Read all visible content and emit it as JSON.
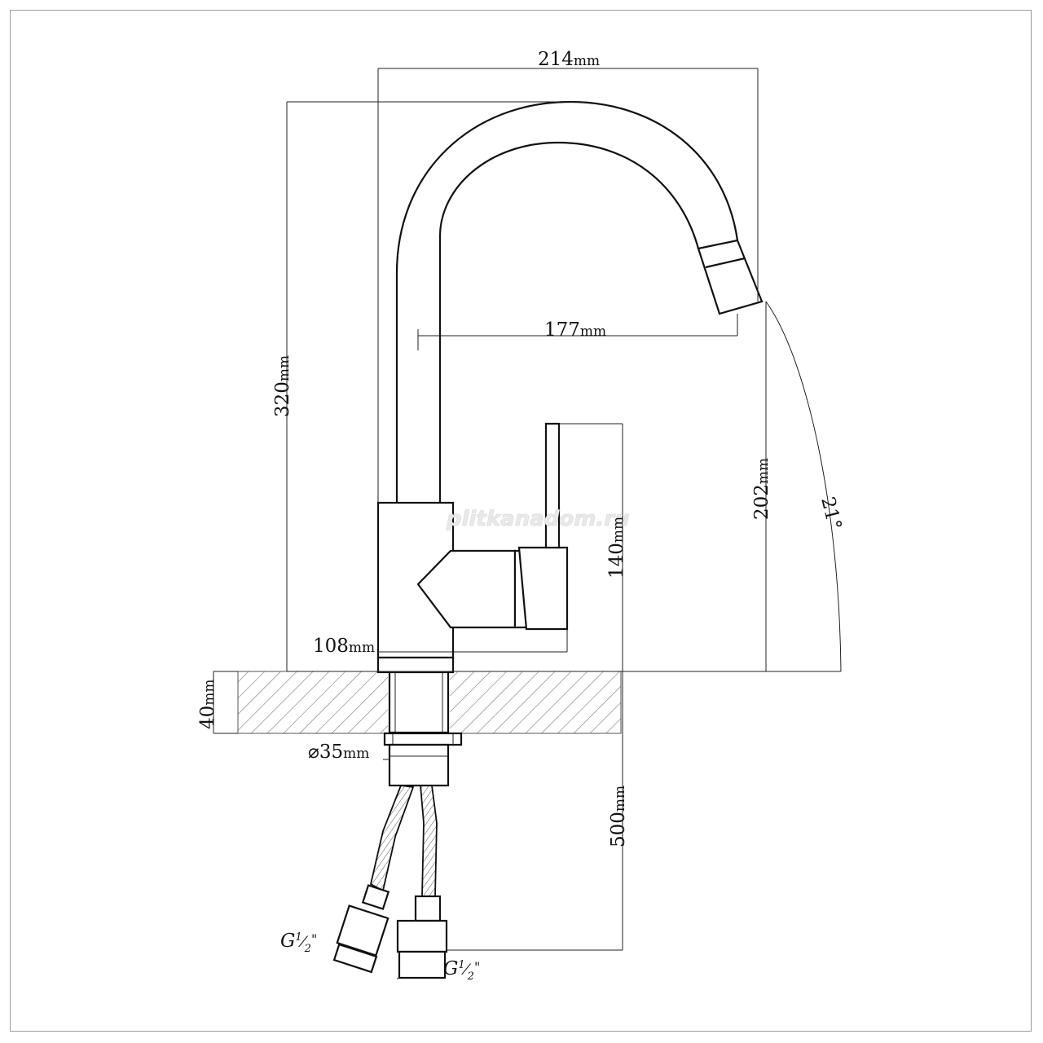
{
  "dimensions": {
    "total_width": {
      "value": "214",
      "unit": "mm"
    },
    "spout_reach": {
      "value": "177",
      "unit": "mm"
    },
    "total_height": {
      "value": "320",
      "unit": "mm"
    },
    "spout_height": {
      "value": "202",
      "unit": "mm"
    },
    "handle_height": {
      "value": "140",
      "unit": "mm"
    },
    "body_width": {
      "value": "108",
      "unit": "mm"
    },
    "deck_thickness": {
      "value": "40",
      "unit": "mm"
    },
    "shank_diameter": {
      "value": "⌀35",
      "unit": "mm"
    },
    "hose_length": {
      "value": "500",
      "unit": "mm"
    },
    "swivel_angle": {
      "value": "21°"
    }
  },
  "connections": {
    "left": {
      "main": "G",
      "num": "1",
      "den": "2",
      "mark": "\""
    },
    "right": {
      "main": "G",
      "num": "1",
      "den": "2",
      "mark": "\""
    }
  },
  "watermark": "plitkanadom.ru"
}
